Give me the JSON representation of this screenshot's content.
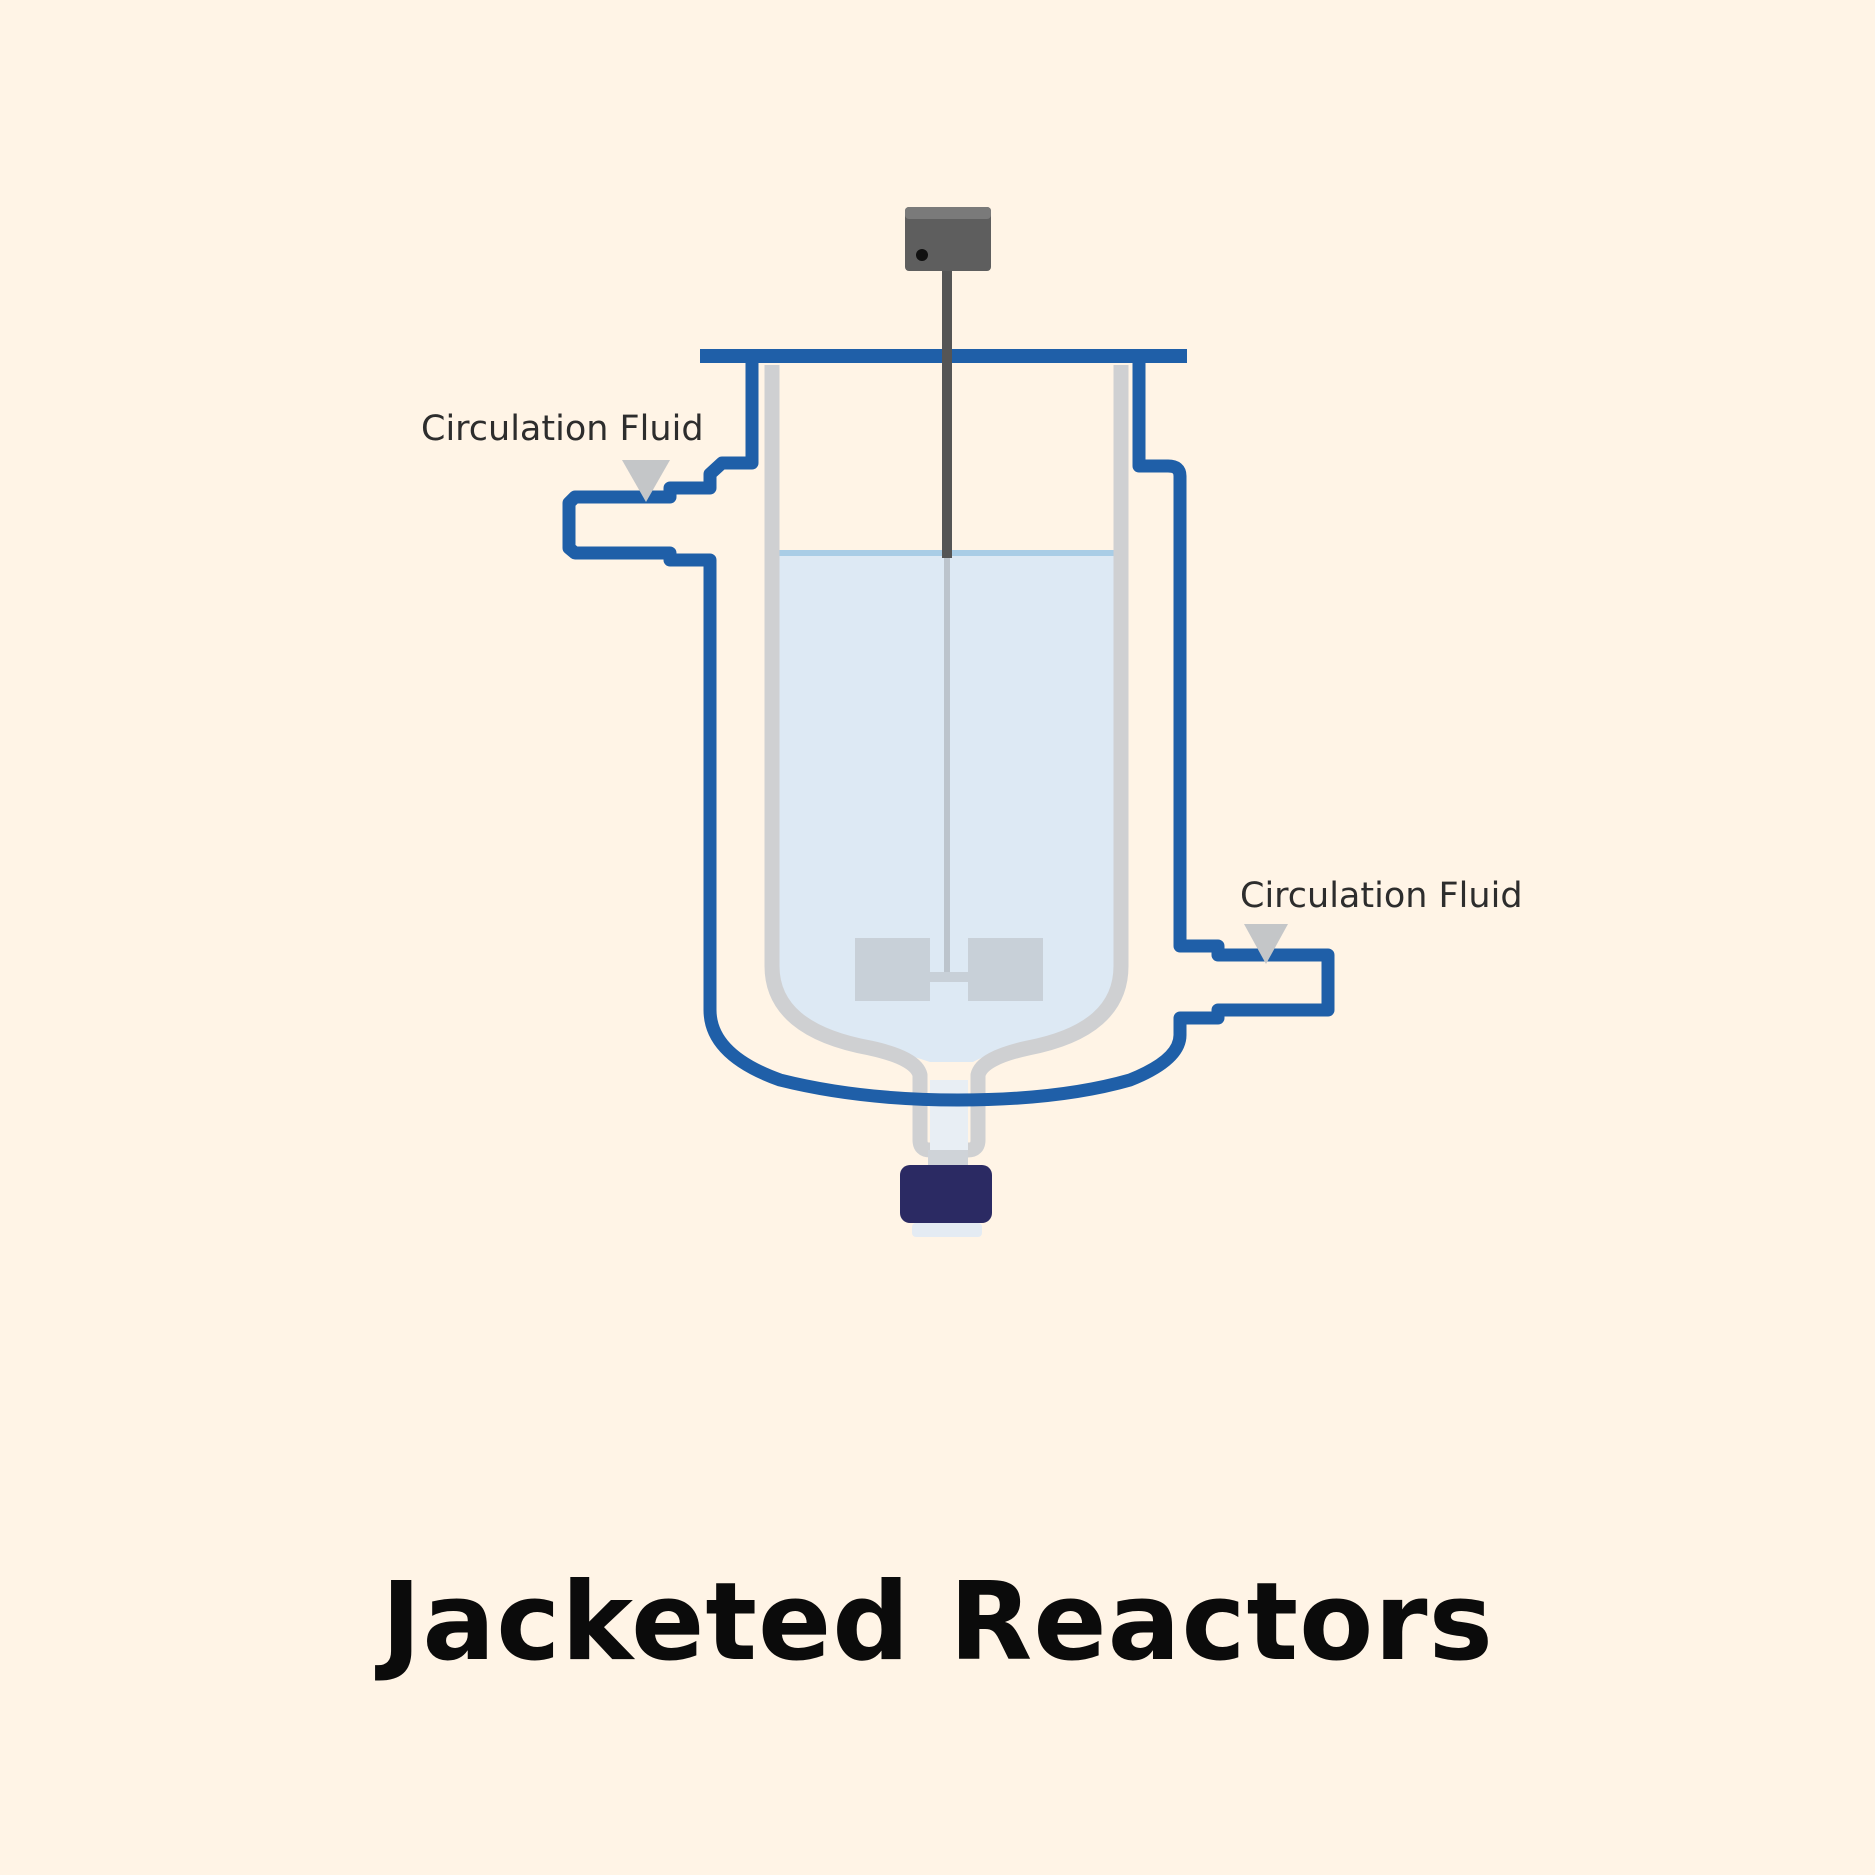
{
  "diagram": {
    "labels": {
      "inlet_label": "Circulation Fluid",
      "outlet_label": "Circulation Fluid"
    },
    "colors": {
      "background": "#fff4e6",
      "jacket": "#1f5fa8",
      "inner_vessel": "#cfd0d2",
      "liquid": "#dde9f4",
      "liquid_surface": "#a9cde6",
      "motor": "#5e5e5e",
      "valve_cap": "#2b2a63",
      "impeller": "#c8d0d8",
      "flow_marker": "#c4c6c8"
    }
  },
  "title": "Jacketed Reactors"
}
